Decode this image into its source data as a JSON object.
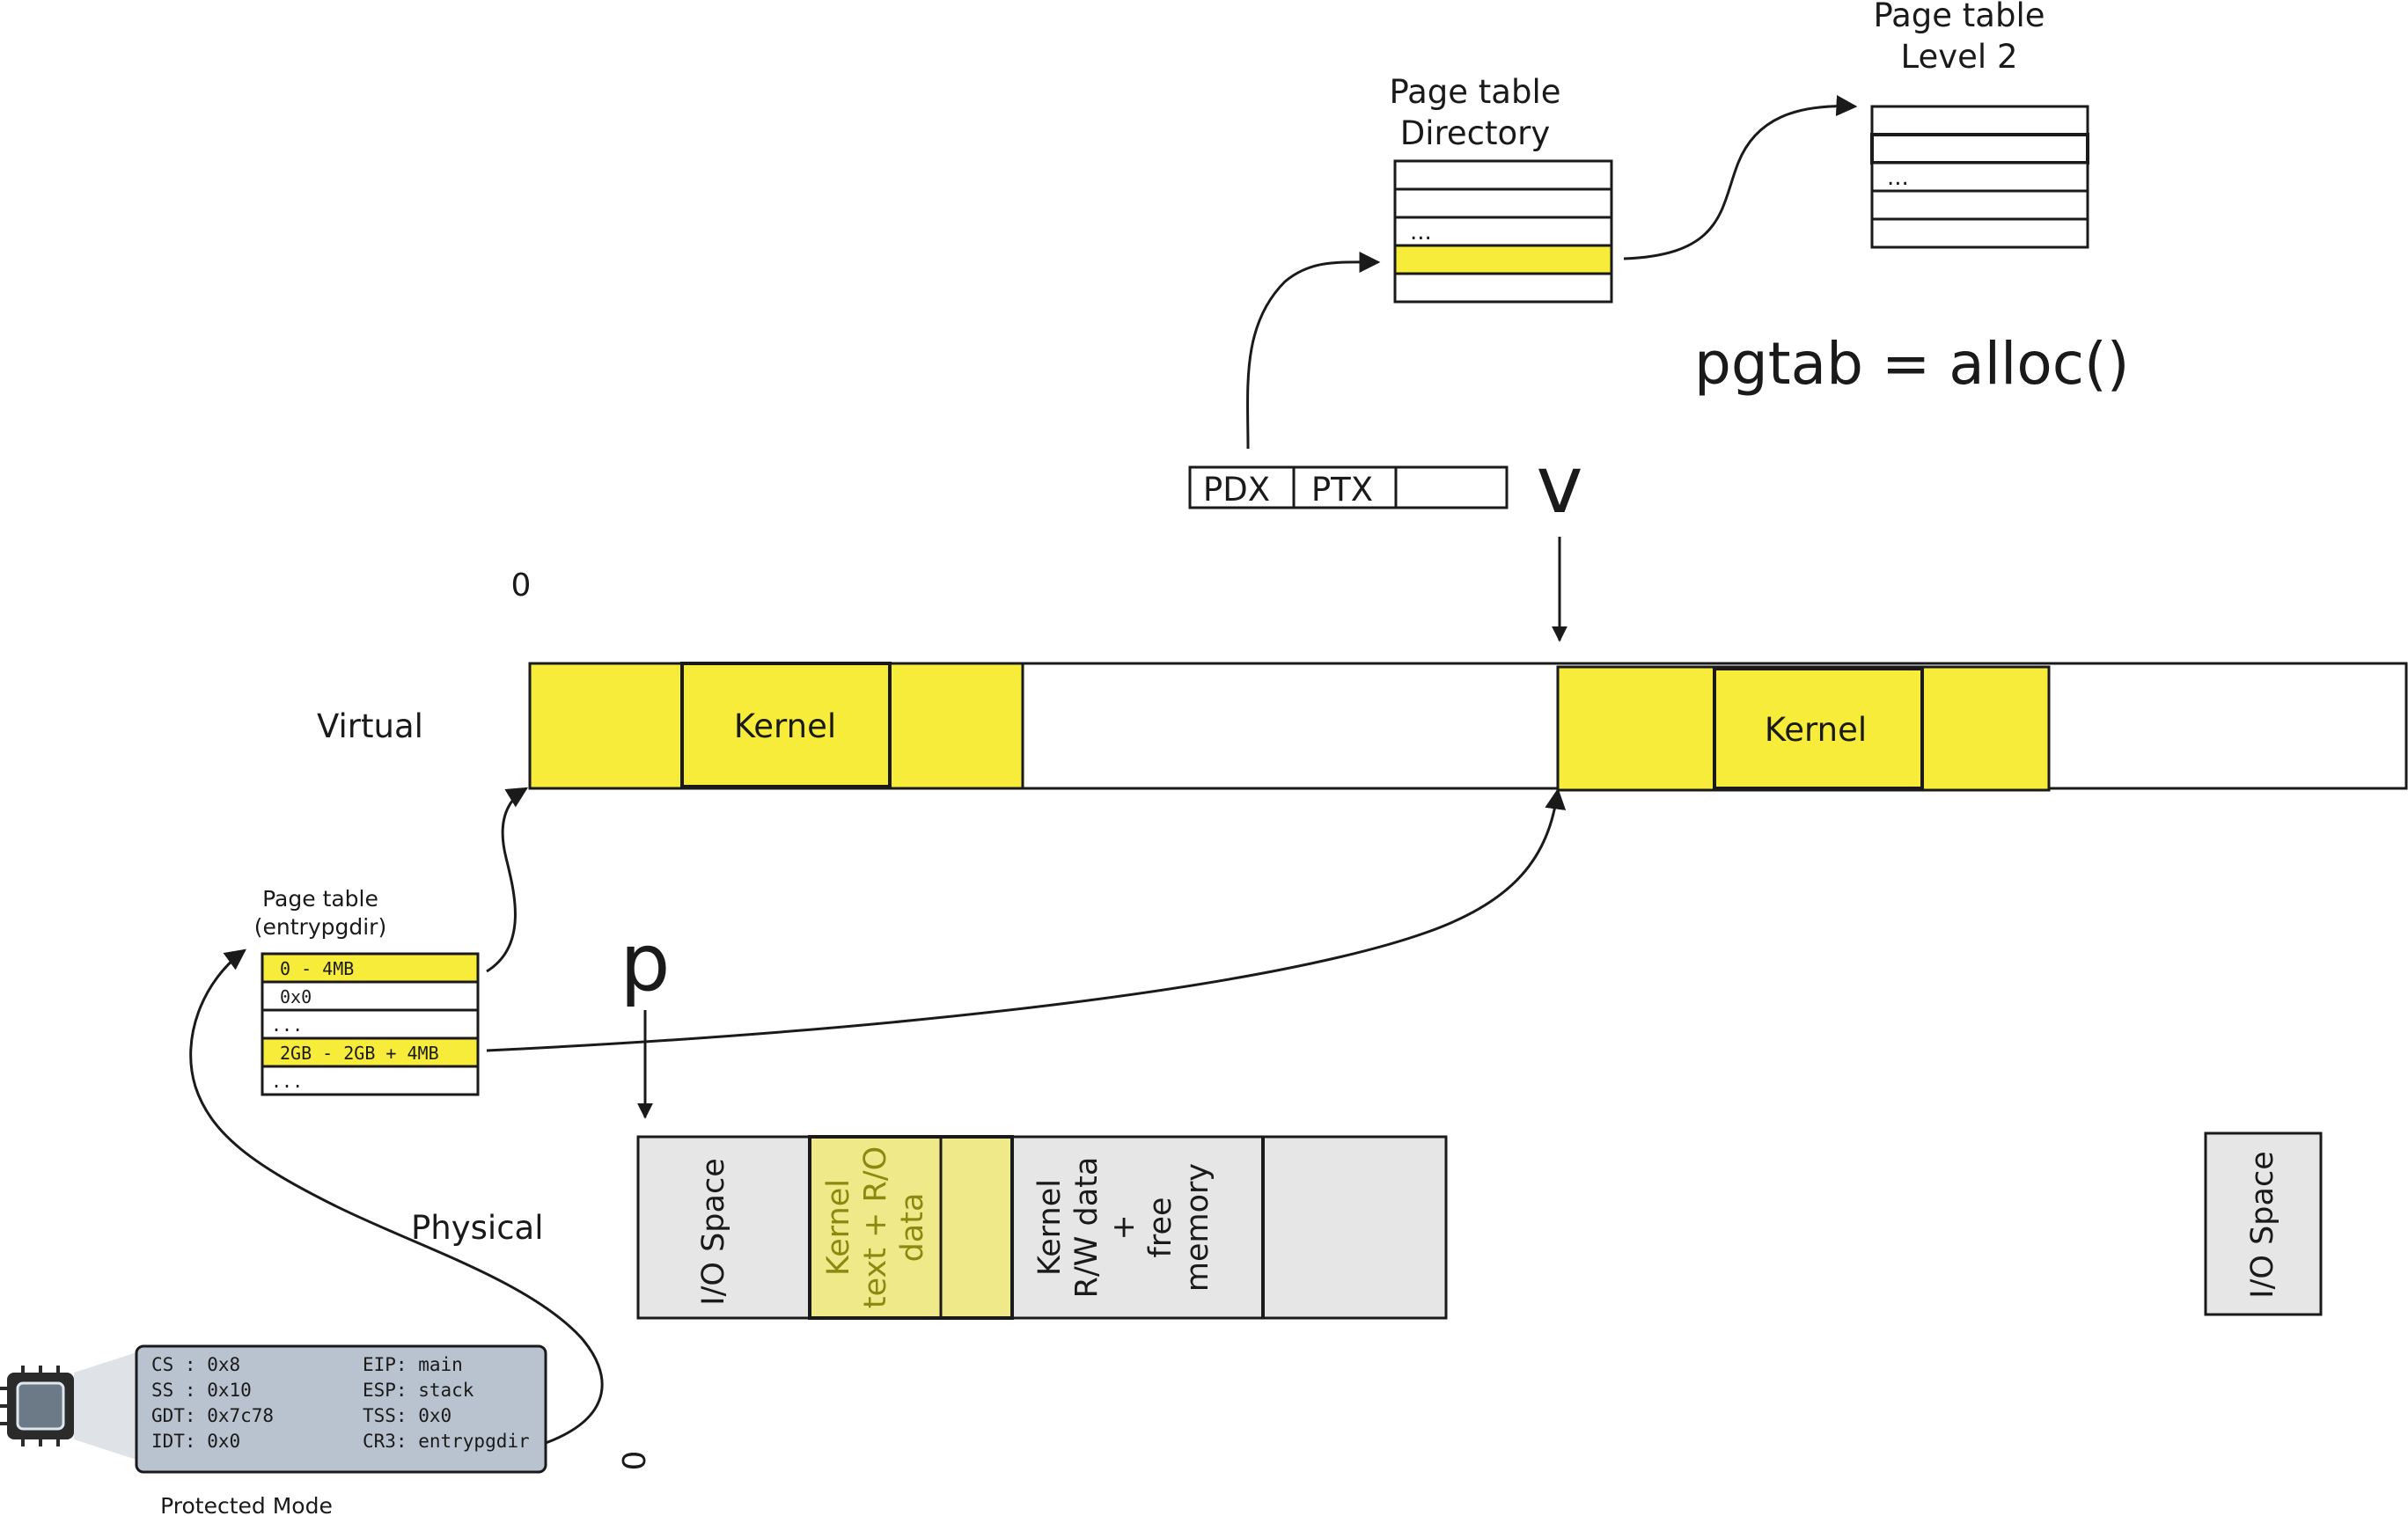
{
  "colors": {
    "kernel_yellow": "#f7ec3a",
    "kernel_text_fill": "#efe98a",
    "kernel_text_color": "#8a8a10",
    "io_gray": "#e6e6e6",
    "cpu_panel": "#b9c3cf",
    "stroke": "#1a1a1a"
  },
  "top": {
    "page_dir_title": [
      "Page table",
      "Directory"
    ],
    "page_dir_ellipsis": "...",
    "page_table_l2_title": [
      "Page table",
      "Level 2"
    ],
    "page_table_l2_ellipsis": "...",
    "alloc_text": "pgtab = alloc()"
  },
  "vaddr": {
    "pdx": "PDX",
    "ptx": "PTX",
    "v_label": "v"
  },
  "virtual": {
    "label": "Virtual",
    "zero": "0",
    "kernel_low": "Kernel",
    "kernel_high": "Kernel"
  },
  "entrypgdir": {
    "title": [
      "Page table",
      "(entrypgdir)"
    ],
    "rows": [
      "0 - 4MB",
      "0x0",
      "...",
      "2GB - 2GB + 4MB",
      "..."
    ]
  },
  "physical": {
    "label": "Physical",
    "p_label": "p",
    "zero": "0",
    "io_space_low": "I/O Space",
    "kernel_text": [
      "Kernel",
      "text + R/O",
      "data"
    ],
    "kernel_rw": [
      "Kernel",
      "R/W data",
      "+",
      "free",
      "memory"
    ],
    "io_space_high": "I/O Space"
  },
  "cpu": {
    "mode_label": "Protected Mode",
    "regs_left": [
      "CS : 0x8",
      "SS : 0x10",
      "GDT: 0x7c78",
      "IDT: 0x0"
    ],
    "regs_right": [
      "EIP: main",
      "ESP: stack",
      "TSS: 0x0",
      "CR3: entrypgdir"
    ],
    "icon": "cpu-chip-icon"
  }
}
